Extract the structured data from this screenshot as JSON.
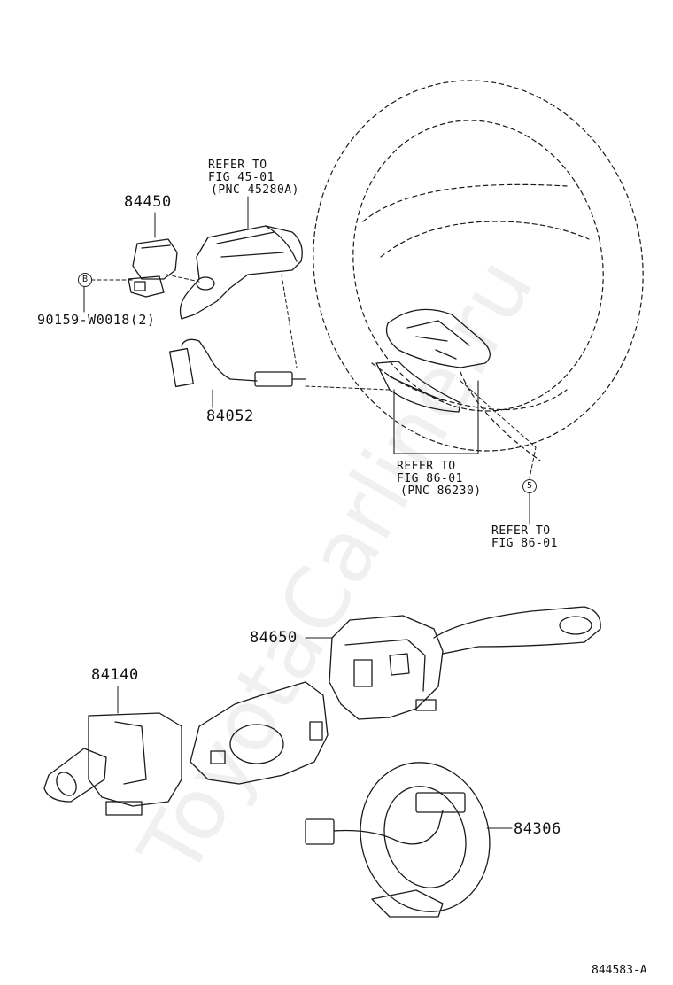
{
  "watermark": "ToyotaCarline.ru",
  "parts": {
    "p84450": "84450",
    "p90159": "90159-W0018(2)",
    "p84052": "84052",
    "p84650": "84650",
    "p84140": "84140",
    "p84306": "84306"
  },
  "callouts": {
    "B": "B",
    "5": "5"
  },
  "references": {
    "ref1": [
      "REFER TO",
      "FIG 45-01",
      "(PNC 45280A)"
    ],
    "ref2": [
      "REFER TO",
      "FIG 86-01",
      "(PNC 86230)"
    ],
    "ref3": [
      "REFER TO",
      "FIG 86-01"
    ]
  },
  "figure_id": "844583-A",
  "colors": {
    "line": "#1a1a1a",
    "watermark": "rgba(0,0,0,0.06)"
  }
}
